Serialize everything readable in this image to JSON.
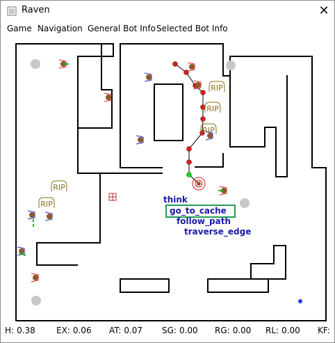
{
  "window": {
    "title": "Raven",
    "close_glyph": "✕"
  },
  "menu": [
    "Game",
    "Navigation",
    "General Bot Info",
    "Selected Bot Info"
  ],
  "goals": [
    "think",
    "go_to_cache",
    "follow_path",
    "traverse_edge"
  ],
  "grave_label": "RIP",
  "status": [
    {
      "label": "H:",
      "value": "0.38"
    },
    {
      "label": "EX:",
      "value": "0.06"
    },
    {
      "label": "AT:",
      "value": "0.07"
    },
    {
      "label": "SG:",
      "value": "0.00"
    },
    {
      "label": "RG:",
      "value": "0.00"
    },
    {
      "label": "RL:",
      "value": "0.00"
    },
    {
      "label": "KF:",
      "value": ""
    }
  ],
  "colors": {
    "wall": "#000000",
    "goal_text": "#1a1aa6",
    "active_goal_box": "#1f9d55",
    "path_node": "#d11f1f",
    "path_line": "#000000",
    "grave": "#8a6d1a",
    "spawn_point": "#c8c8c8",
    "bot_red": "#d62020",
    "bot_blue": "#2a2ab0",
    "bot_body": "#8b5a2b",
    "bot_green": "#22aa22"
  }
}
